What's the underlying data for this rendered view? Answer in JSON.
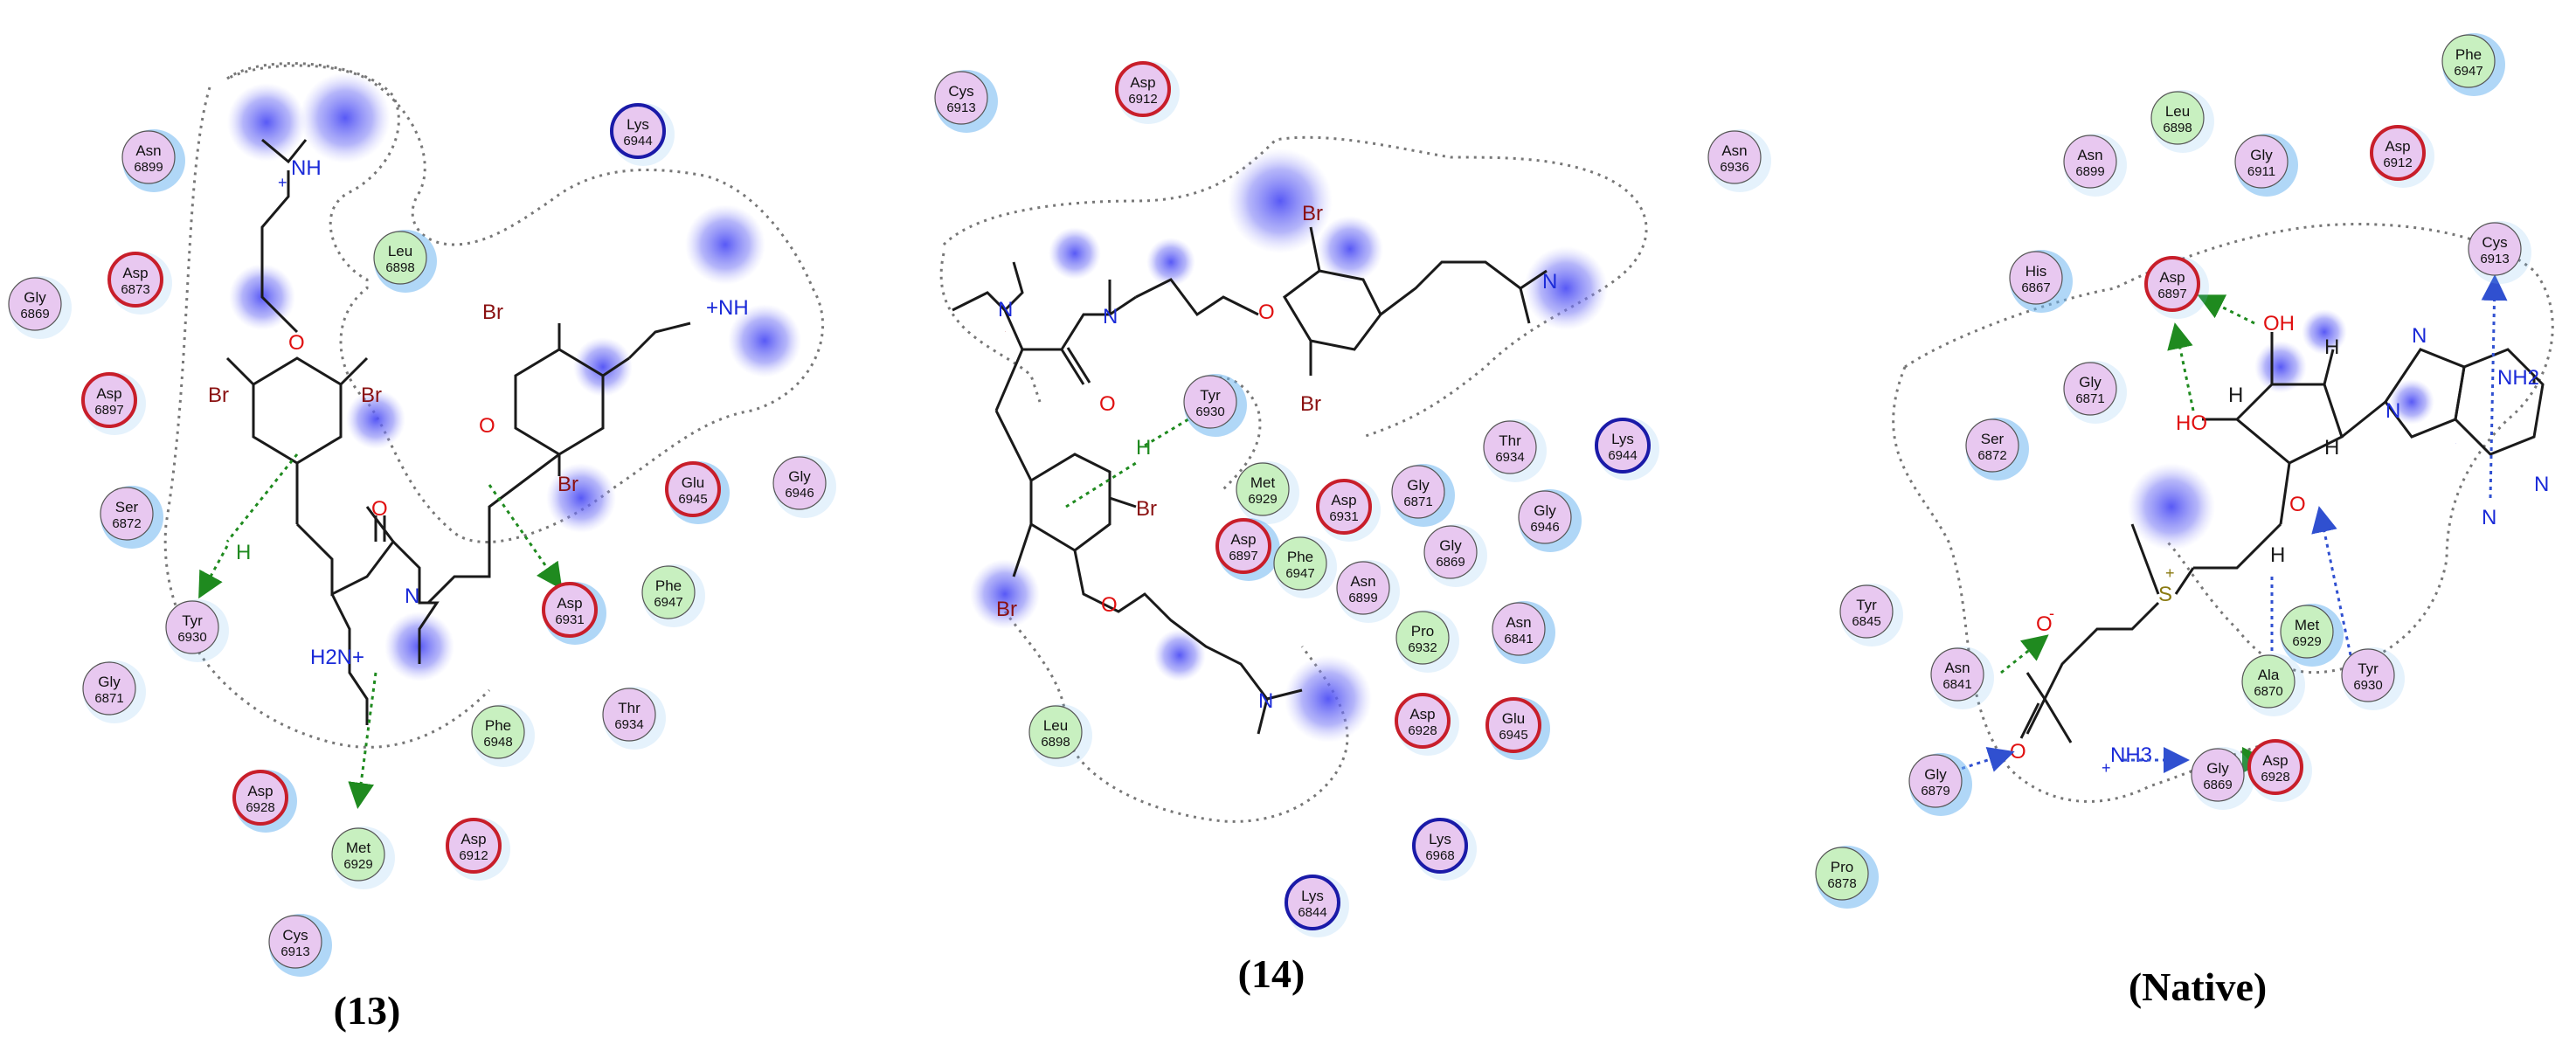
{
  "panels": [
    {
      "label": "(13)",
      "residues": [
        {
          "name": "Asn",
          "num": "6899",
          "type": "polar"
        },
        {
          "name": "Lys",
          "num": "6944",
          "type": "basic"
        },
        {
          "name": "Asp",
          "num": "6873",
          "type": "acidic"
        },
        {
          "name": "Leu",
          "num": "6898",
          "type": "hydrophobic"
        },
        {
          "name": "Gly",
          "num": "6869",
          "type": "polar"
        },
        {
          "name": "Asp",
          "num": "6897",
          "type": "acidic"
        },
        {
          "name": "Ser",
          "num": "6872",
          "type": "polar"
        },
        {
          "name": "Tyr",
          "num": "6930",
          "type": "polar"
        },
        {
          "name": "Gly",
          "num": "6871",
          "type": "polar"
        },
        {
          "name": "Glu",
          "num": "6945",
          "type": "acidic"
        },
        {
          "name": "Gly",
          "num": "6946",
          "type": "polar"
        },
        {
          "name": "Phe",
          "num": "6947",
          "type": "hydrophobic"
        },
        {
          "name": "Asp",
          "num": "6931",
          "type": "acidic"
        },
        {
          "name": "Thr",
          "num": "6934",
          "type": "polar"
        },
        {
          "name": "Phe",
          "num": "6948",
          "type": "hydrophobic"
        },
        {
          "name": "Asp",
          "num": "6928",
          "type": "acidic"
        },
        {
          "name": "Met",
          "num": "6929",
          "type": "hydrophobic"
        },
        {
          "name": "Asp",
          "num": "6912",
          "type": "acidic"
        },
        {
          "name": "Cys",
          "num": "6913",
          "type": "polar"
        }
      ],
      "atoms": [
        "NH",
        "+",
        "O",
        "Br",
        "Br",
        "Br",
        "Br",
        "O",
        "O",
        "N",
        "H2N+",
        "+NH",
        "H"
      ]
    },
    {
      "label": "(14)",
      "residues": [
        {
          "name": "Cys",
          "num": "6913",
          "type": "polar"
        },
        {
          "name": "Asp",
          "num": "6912",
          "type": "acidic"
        },
        {
          "name": "Asn",
          "num": "6936",
          "type": "polar"
        },
        {
          "name": "Tyr",
          "num": "6930",
          "type": "polar"
        },
        {
          "name": "Met",
          "num": "6929",
          "type": "hydrophobic"
        },
        {
          "name": "Asp",
          "num": "6931",
          "type": "acidic"
        },
        {
          "name": "Gly",
          "num": "6871",
          "type": "polar"
        },
        {
          "name": "Thr",
          "num": "6934",
          "type": "polar"
        },
        {
          "name": "Lys",
          "num": "6944",
          "type": "basic"
        },
        {
          "name": "Asp",
          "num": "6897",
          "type": "acidic"
        },
        {
          "name": "Phe",
          "num": "6947",
          "type": "hydrophobic"
        },
        {
          "name": "Gly",
          "num": "6869",
          "type": "polar"
        },
        {
          "name": "Gly",
          "num": "6946",
          "type": "polar"
        },
        {
          "name": "Asn",
          "num": "6899",
          "type": "polar"
        },
        {
          "name": "Pro",
          "num": "6932",
          "type": "hydrophobic"
        },
        {
          "name": "Asn",
          "num": "6841",
          "type": "polar"
        },
        {
          "name": "Leu",
          "num": "6898",
          "type": "hydrophobic"
        },
        {
          "name": "Asp",
          "num": "6928",
          "type": "acidic"
        },
        {
          "name": "Glu",
          "num": "6945",
          "type": "acidic"
        },
        {
          "name": "Lys",
          "num": "6968",
          "type": "basic"
        },
        {
          "name": "Lys",
          "num": "6844",
          "type": "basic"
        }
      ],
      "atoms": [
        "Br",
        "N",
        "N",
        "O",
        "O",
        "Br",
        "Br",
        "Br",
        "N",
        "N",
        "O",
        "H"
      ]
    },
    {
      "label": "(Native)",
      "residues": [
        {
          "name": "Phe",
          "num": "6947",
          "type": "hydrophobic"
        },
        {
          "name": "Leu",
          "num": "6898",
          "type": "hydrophobic"
        },
        {
          "name": "Asn",
          "num": "6899",
          "type": "polar"
        },
        {
          "name": "Gly",
          "num": "6911",
          "type": "polar"
        },
        {
          "name": "Asp",
          "num": "6912",
          "type": "acidic"
        },
        {
          "name": "Cys",
          "num": "6913",
          "type": "polar"
        },
        {
          "name": "His",
          "num": "6867",
          "type": "polar"
        },
        {
          "name": "Asp",
          "num": "6897",
          "type": "acidic"
        },
        {
          "name": "Gly",
          "num": "6871",
          "type": "polar"
        },
        {
          "name": "Ser",
          "num": "6872",
          "type": "polar"
        },
        {
          "name": "Tyr",
          "num": "6845",
          "type": "polar"
        },
        {
          "name": "Asn",
          "num": "6841",
          "type": "polar"
        },
        {
          "name": "Met",
          "num": "6929",
          "type": "hydrophobic"
        },
        {
          "name": "Ala",
          "num": "6870",
          "type": "hydrophobic"
        },
        {
          "name": "Tyr",
          "num": "6930",
          "type": "polar"
        },
        {
          "name": "Gly",
          "num": "6879",
          "type": "polar"
        },
        {
          "name": "Gly",
          "num": "6869",
          "type": "polar"
        },
        {
          "name": "Asp",
          "num": "6928",
          "type": "acidic"
        },
        {
          "name": "Pro",
          "num": "6878",
          "type": "hydrophobic"
        }
      ],
      "atoms": [
        "OH",
        "H",
        "H",
        "HO",
        "H",
        "N",
        "N",
        "N",
        "NH2",
        "N",
        "N",
        "O",
        "H",
        "S",
        "+",
        "O",
        "-",
        "O",
        "NH3",
        "+"
      ]
    }
  ],
  "colors": {
    "polar_fill": "#e8c8f0",
    "hydrophobic_fill": "#c8f0c0",
    "acidic_ring": "#c81e2a",
    "basic_ring": "#1a1aa8",
    "exposure": "#6fb6f0",
    "ligand_blob": "#5b5cf0",
    "hbond_sidechain": "#1f8a1f",
    "hbond_backbone": "#3050d0",
    "bromine": "#8a1010",
    "nitrogen": "#1a2ad8",
    "oxygen": "#e01010"
  }
}
